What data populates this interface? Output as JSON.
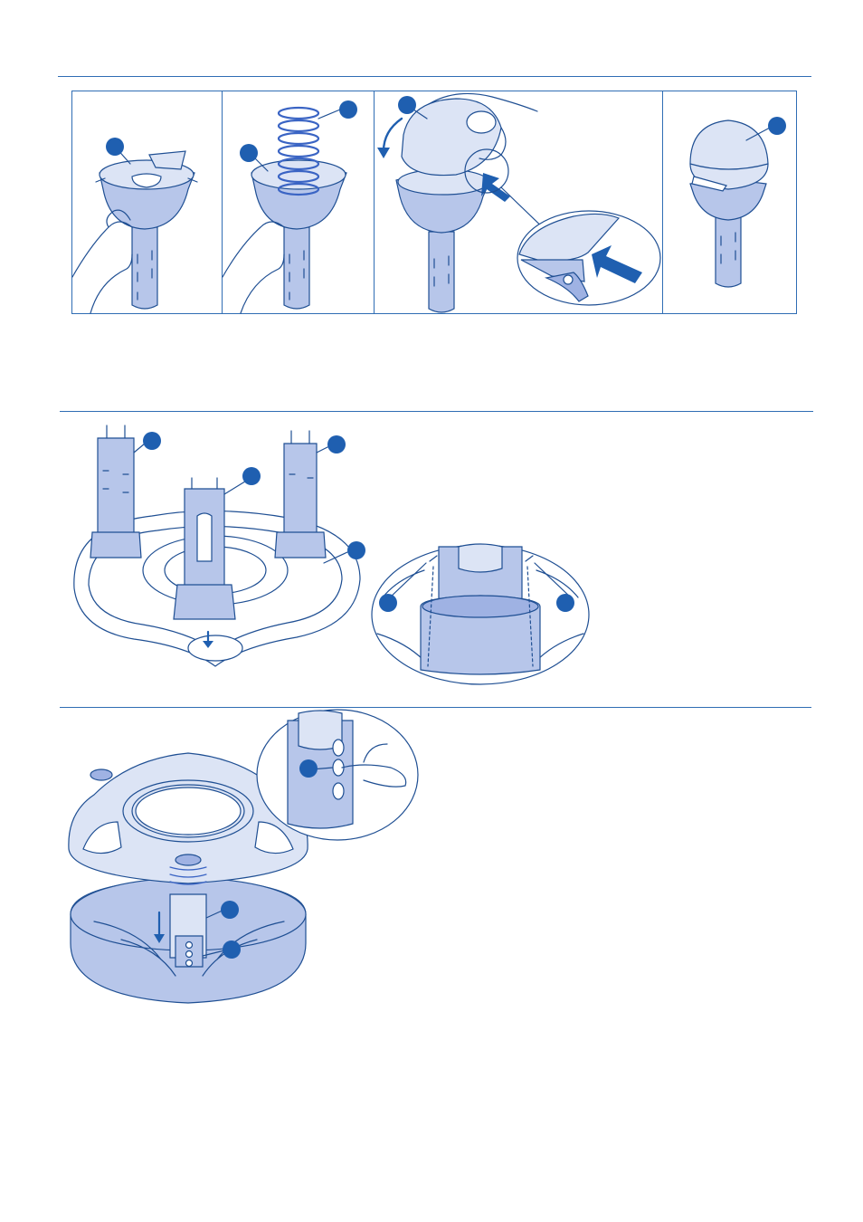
{
  "colors": {
    "rule": "#2f6db4",
    "outline": "#1f4f93",
    "callout": "#1f5fb0",
    "fill_pale": "#dce4f5",
    "fill_mid": "#b7c6ea",
    "fill_deep": "#9fb2e3"
  },
  "sections": [
    {
      "id": "assembly-steps",
      "panels": [
        "cup-in-hand",
        "spring-insert",
        "cap-snap",
        "assembled-float"
      ]
    },
    {
      "id": "legs-mounting",
      "panels": [
        "base-with-legs",
        "screw-detail"
      ]
    },
    {
      "id": "final-assembly",
      "panels": [
        "unit-on-base",
        "pin-detail"
      ]
    }
  ],
  "icons": [
    "callout-marker-icon",
    "rotate-arrow-icon",
    "push-arrow-icon",
    "down-arrow-icon"
  ]
}
